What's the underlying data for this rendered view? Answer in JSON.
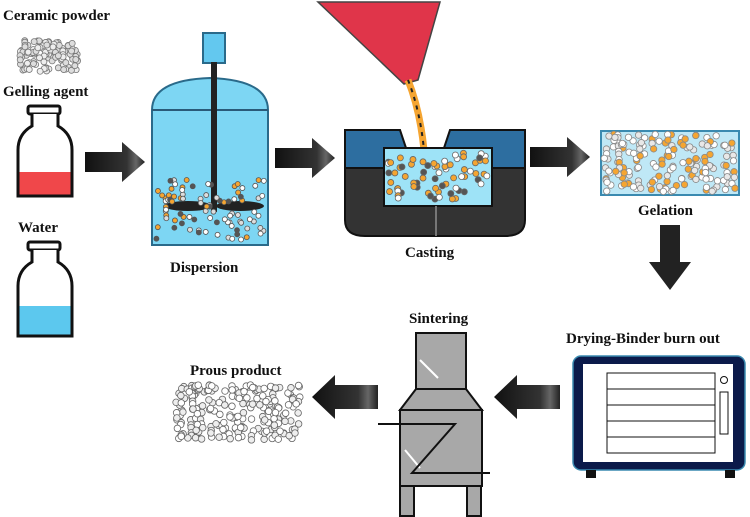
{
  "labels": {
    "ceramic_powder": "Ceramic powder",
    "gelling_agent": "Gelling agent",
    "water": "Water",
    "dispersion": "Dispersion",
    "casting": "Casting",
    "gelation": "Gelation",
    "drying": "Drying-Binder burn out",
    "sintering": "Sintering",
    "porous_product": "Prous product"
  },
  "colors": {
    "liquid_blue": "#5cc8ee",
    "gelling_red": "#f0474a",
    "particle_orange": "#f5a531",
    "oven_navy": "#0b1a4a",
    "furnace_gray": "#a8a8a8",
    "arrow": "#222222"
  }
}
